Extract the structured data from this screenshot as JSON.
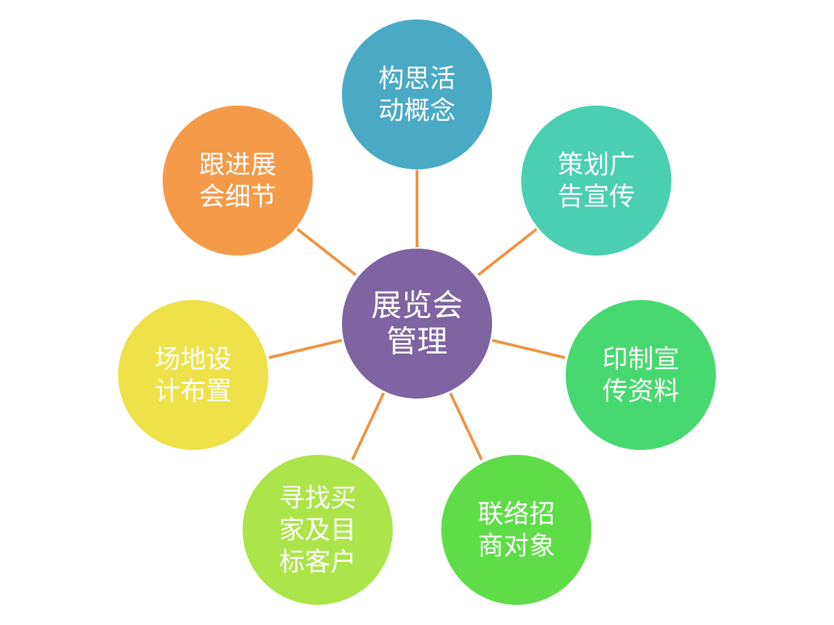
{
  "center": {
    "lines": [
      "展览会",
      "管理"
    ],
    "color": "#7e64a0"
  },
  "nodes": [
    {
      "id": "concept",
      "lines": [
        "构思活",
        "动概念"
      ],
      "color": "#4aaac6"
    },
    {
      "id": "advertising",
      "lines": [
        "策划广",
        "告宣传"
      ],
      "color": "#4acfb1"
    },
    {
      "id": "printing",
      "lines": [
        "印制宣",
        "传资料"
      ],
      "color": "#48d870"
    },
    {
      "id": "contact-merchants",
      "lines": [
        "联络招",
        "商对象"
      ],
      "color": "#5fdd48"
    },
    {
      "id": "find-buyers",
      "lines": [
        "寻找买",
        "家及目",
        "标客户"
      ],
      "color": "#abe54a"
    },
    {
      "id": "venue-design",
      "lines": [
        "场地设",
        "计布置"
      ],
      "color": "#eee14a"
    },
    {
      "id": "follow-details",
      "lines": [
        "跟进展",
        "会细节"
      ],
      "color": "#f59a48"
    }
  ],
  "link_color": "#f0923e"
}
